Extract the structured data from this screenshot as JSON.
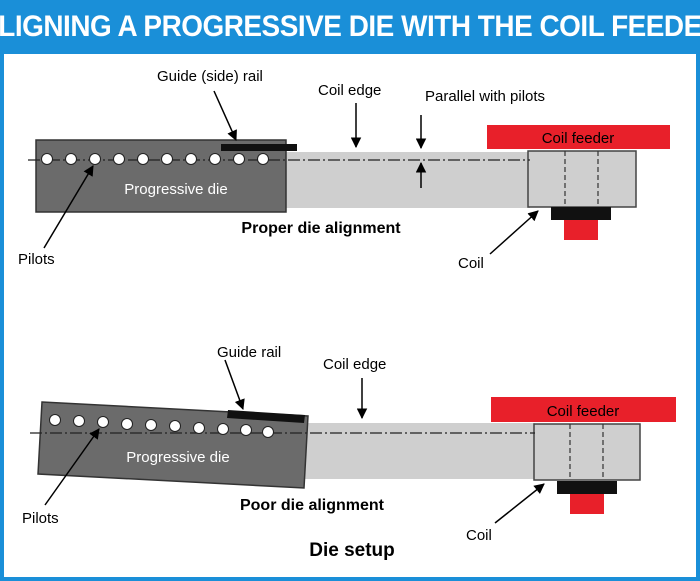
{
  "title": "ALIGNING A PROGRESSIVE DIE WITH THE COIL FEEDER",
  "colors": {
    "frame": "#1a8fd8",
    "die": "#6b6b6b",
    "strip": "#cfcfcf",
    "feeder": "#e8202a",
    "rail": "#111111"
  },
  "top_diagram": {
    "guide_rail_label": "Guide (side) rail",
    "coil_edge_label": "Coil edge",
    "parallel_label": "Parallel with pilots",
    "coil_feeder_label": "Coil feeder",
    "die_label": "Progressive die",
    "pilots_label": "Pilots",
    "coil_label": "Coil",
    "caption": "Proper die alignment"
  },
  "bottom_diagram": {
    "guide_rail_label": "Guide rail",
    "coil_edge_label": "Coil edge",
    "coil_feeder_label": "Coil feeder",
    "die_label": "Progressive die",
    "pilots_label": "Pilots",
    "coil_label": "Coil",
    "caption": "Poor die alignment"
  },
  "footer_caption": "Die setup"
}
